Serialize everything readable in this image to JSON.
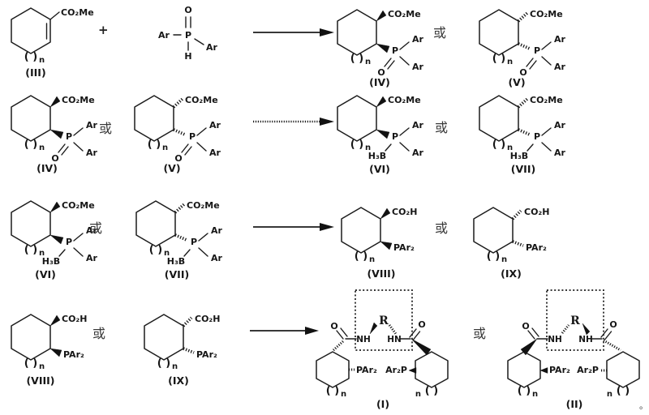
{
  "texts": {
    "or": "或",
    "plus": "+",
    "end_mark": "。",
    "co2me": "CO₂Me",
    "co2h": "CO₂H",
    "par2": "PAr₂",
    "ar2p": "Ar₂P",
    "ar": "Ar",
    "p": "P",
    "o": "O",
    "h": "H",
    "h3b": "H₃B",
    "nh": "NH",
    "hn": "HN",
    "r": "R",
    "n": "n",
    "ring_repeat": "( )"
  },
  "compounds": {
    "i": "(I)",
    "ii": "(II)",
    "iii": "(III)",
    "iv": "(IV)",
    "v": "(V)",
    "vi": "(VI)",
    "vii": "(VII)",
    "viii": "(VIII)",
    "ix": "(IX)"
  }
}
